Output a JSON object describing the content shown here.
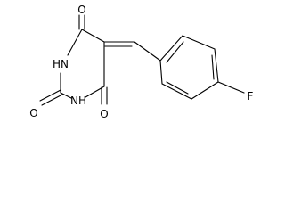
{
  "molecule": {
    "atoms": {
      "o_top": "O",
      "nh_upper": "HN",
      "o_left": "O",
      "nh_lower": "NH",
      "o_bottom": "O",
      "fluorine": "F"
    }
  }
}
